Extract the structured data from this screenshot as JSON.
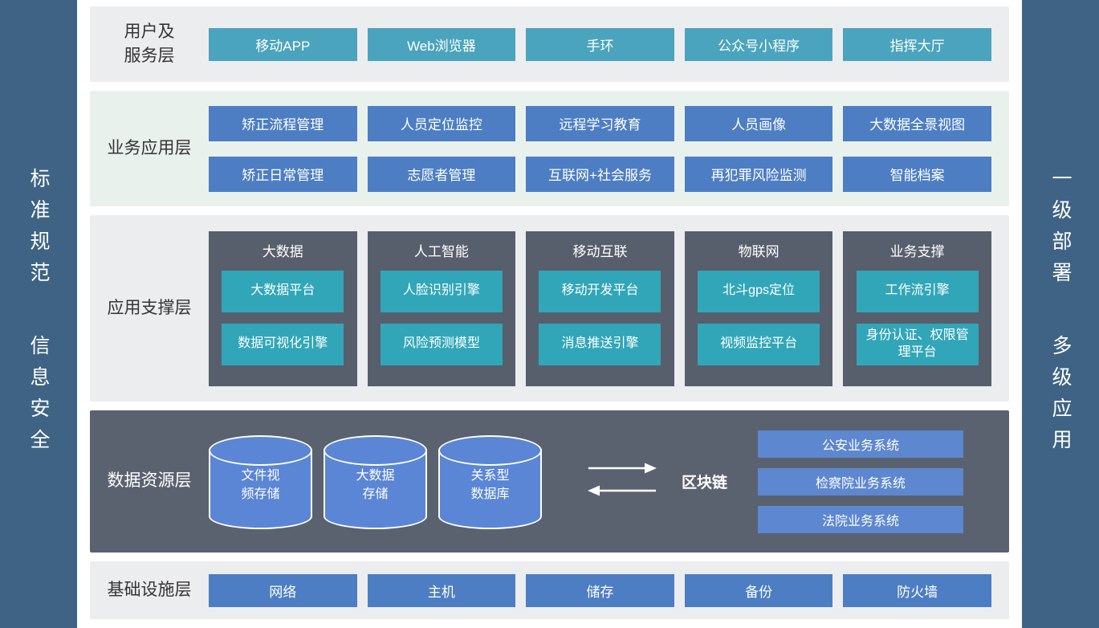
{
  "sidebars": {
    "left": {
      "top": "标准规范",
      "bottom": "信息安全"
    },
    "right": {
      "top": "一级部署",
      "bottom": "多级应用"
    }
  },
  "layers": {
    "user": {
      "label_lines": [
        "用户及",
        "服务层"
      ],
      "buttons": [
        "移动APP",
        "Web浏览器",
        "手环",
        "公众号小程序",
        "指挥大厅"
      ]
    },
    "business": {
      "label": "业务应用层",
      "rows": [
        [
          "矫正流程管理",
          "人员定位监控",
          "远程学习教育",
          "人员画像",
          "大数据全景视图"
        ],
        [
          "矫正日常管理",
          "志愿者管理",
          "互联网+社会服务",
          "再犯罪风险监测",
          "智能档案"
        ]
      ]
    },
    "support": {
      "label": "应用支撑层",
      "cards": [
        {
          "title": "大数据",
          "items": [
            "大数据平台",
            "数据可视化引擎"
          ]
        },
        {
          "title": "人工智能",
          "items": [
            "人脸识别引擎",
            "风险预测模型"
          ]
        },
        {
          "title": "移动互联",
          "items": [
            "移动开发平台",
            "消息推送引擎"
          ]
        },
        {
          "title": "物联网",
          "items": [
            "北斗gps定位",
            "视频监控平台"
          ]
        },
        {
          "title": "业务支撑",
          "items": [
            "工作流引擎",
            "身份认证、权限管理平台"
          ]
        }
      ]
    },
    "data": {
      "label": "数据资源层",
      "cylinders": [
        "文件视频存储",
        "大数据存储",
        "关系型数据库"
      ],
      "blockchain": "区块链",
      "systems": [
        "公安业务系统",
        "检察院业务系统",
        "法院业务系统"
      ]
    },
    "infra": {
      "label": "基础设施层",
      "buttons": [
        "网络",
        "主机",
        "储存",
        "备份",
        "防火墙"
      ]
    }
  },
  "colors": {
    "sidebar": "#3e6384",
    "teal_button": "#4ba4bd",
    "blue_button": "#4d7ec3",
    "dark_card": "#575f6c",
    "dark_layer": "#5a6270",
    "inner_teal": "#31a6b8",
    "cylinder_blue": "#5b86d6",
    "system_button": "#5d87cf",
    "layer_bg": "#ecedef",
    "business_layer_bg": "#e9f1ed"
  }
}
